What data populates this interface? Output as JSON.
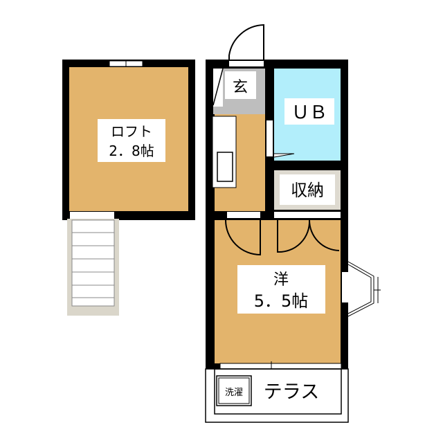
{
  "rooms": {
    "loft": {
      "name": "ロフト",
      "size": "2．8帖"
    },
    "entrance": {
      "name": "玄"
    },
    "bath": {
      "name": "ＵＢ"
    },
    "storage": {
      "name": "収納"
    },
    "western_room": {
      "name": "洋",
      "size": "5．5帖"
    },
    "laundry": {
      "name": "洗濯"
    },
    "terrace": {
      "name": "テラス"
    }
  },
  "colors": {
    "floor": "#E3B46C",
    "bath": "#B2EEFB",
    "storage": "#DEDAD0",
    "entrance": "#BEBEBE",
    "stairs": "#DAD6CA",
    "wall": "#000000"
  }
}
